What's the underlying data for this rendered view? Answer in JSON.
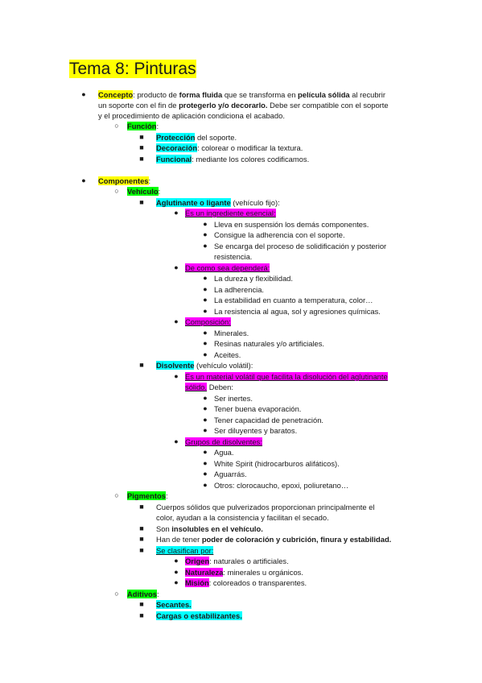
{
  "title": "Tema 8: Pinturas",
  "concepto": {
    "label": "Concepto",
    "l1_a": ": producto de ",
    "l1_b": "forma fluida",
    "l1_c": " que se transforma en ",
    "l1_d": "película sólida",
    "l1_e": " al recubrir",
    "l2_a": "un soporte con el fin de ",
    "l2_b": "protegerlo y/o decorarlo.",
    "l2_c": " Debe ser compatible con el soporte",
    "l3": "y el procedimiento de aplicación condiciona el acabado."
  },
  "funcion": {
    "label": "Función",
    "colon": ":",
    "items": [
      {
        "label": "Protección",
        "text": " del soporte."
      },
      {
        "label": "Decoración",
        "text": ": colorear o modificar la textura."
      },
      {
        "label": "Funcional",
        "text": ": mediante los colores codificamos."
      }
    ]
  },
  "componentes": {
    "label": "Componentes",
    "colon": ":",
    "vehiculo": {
      "label": "Vehículo",
      "colon": ":",
      "aglutinante": {
        "label": "Aglutinante o ligante",
        "text": " (vehículo fijo):",
        "groups": [
          {
            "label": "Es un ingrediente esencial:",
            "items": [
              "Lleva en suspensión los demás componentes.",
              "Consigue la adherencia con el soporte.",
              "Se encarga del proceso de solidificación y posterior"
            ],
            "cont": "resistencia."
          },
          {
            "label": "De como sea dependerá:",
            "items": [
              "La dureza y flexibilidad.",
              "La adherencia.",
              "La estabilidad en cuanto a temperatura, color…",
              "La resistencia al agua, sol y agresiones químicas."
            ]
          },
          {
            "label": "Composición:",
            "items": [
              "Minerales.",
              "Resinas naturales y/o artificiales.",
              "Aceites."
            ]
          }
        ]
      },
      "disolvente": {
        "label": "Disolvente",
        "text": " (vehículo volátil):",
        "def_l1": "Es un material volátil que facilita la disolución del aglutinante",
        "def_l2": "sólido.",
        "def_l2_text": " Deben:",
        "items": [
          "Ser inertes.",
          "Tener buena evaporación.",
          "Tener capacidad de penetración.",
          "Ser diluyentes y baratos."
        ],
        "grupos_label": "Grupos de disolventes:",
        "grupos": [
          "Agua.",
          "White Spirit (hidrocarburos alifáticos).",
          "Aguarrás.",
          "Otros: clorocaucho, epoxi, poliuretano…"
        ]
      }
    },
    "pigmentos": {
      "label": "Pigmentos",
      "colon": ":",
      "p1_l1": "Cuerpos sólidos que pulverizados proporcionan principalmente el",
      "p1_l2": "color, ayudan a la consistencia y facilitan el secado.",
      "p2_a": "Son ",
      "p2_b": "insolubles en el vehículo.",
      "p3_a": "Han de tener ",
      "p3_b": "poder de coloración y cubrición, finura y estabilidad.",
      "clasif_label": "Se clasifican por:",
      "clasif": [
        {
          "label": "Origen",
          "text": ": naturales o artificiales."
        },
        {
          "label": "Naturaleza",
          "text": ": minerales u orgánicos."
        },
        {
          "label": "Misión",
          "text": ": coloreados o transparentes."
        }
      ]
    },
    "aditivos": {
      "label": "Aditivos",
      "colon": ":",
      "items": [
        "Secantes.",
        "Cargas o estabilizantes."
      ]
    }
  },
  "markers": {
    "bullet": "●",
    "circle": "○",
    "square": "■"
  },
  "colors": {
    "yellow": "#ffff00",
    "green": "#00ff00",
    "cyan": "#00ffff",
    "magenta": "#ff00ff"
  }
}
